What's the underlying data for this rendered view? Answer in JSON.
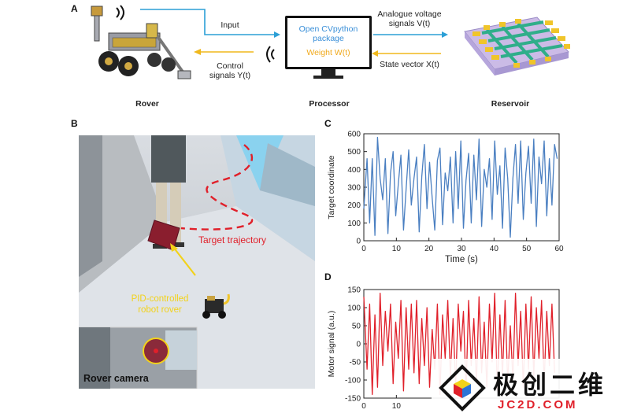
{
  "panel_a": {
    "letter": "A",
    "input_label": "Input",
    "control_label_line1": "Control",
    "control_label_line2": "signals Y(t)",
    "monitor_line1": "Open CVpython",
    "monitor_line2": "package",
    "monitor_weight": "Weight W(t)",
    "voltage_line1": "Analogue voltage",
    "voltage_line2": "signals V(t)",
    "state_label": "State vector X(t)",
    "rover_caption": "Rover",
    "processor_caption": "Processor",
    "reservoir_caption": "Reservoir",
    "colors": {
      "input_arrow": "#2b9fd6",
      "control_arrow": "#f0b81c",
      "monitor_text": "#3a8fd8",
      "weight_text": "#f0a91c"
    }
  },
  "panel_b": {
    "letter": "B",
    "target_trajectory": "Target trajectory",
    "rover_line1": "PID-controlled",
    "rover_line2": "robot rover",
    "camera_caption": "Rover camera",
    "colors": {
      "trajectory": "#e0202a",
      "rover_label": "#f2d21a"
    }
  },
  "chart_data": [
    {
      "letter": "C",
      "type": "line",
      "xlabel": "Time (s)",
      "ylabel": "Target coordinate",
      "xlim": [
        0,
        60
      ],
      "ylim": [
        0,
        600
      ],
      "xticks": [
        0,
        10,
        20,
        30,
        40,
        50,
        60
      ],
      "yticks": [
        0,
        100,
        200,
        300,
        400,
        500,
        600
      ],
      "color": "#4a7fc1",
      "x": [
        0,
        1,
        1.8,
        2.6,
        3.4,
        4.2,
        5,
        5.8,
        6.6,
        7.4,
        8.2,
        9,
        9.8,
        10.6,
        11.4,
        12.2,
        13,
        13.8,
        14.6,
        15.4,
        16.2,
        17,
        17.8,
        18.6,
        19.4,
        20.2,
        21,
        21.8,
        22.6,
        23.4,
        24.2,
        25,
        25.8,
        26.6,
        27.4,
        28.2,
        29,
        29.8,
        30.6,
        31.4,
        32.2,
        33,
        33.8,
        34.6,
        35.4,
        36.2,
        37,
        37.8,
        38.6,
        39.4,
        40.2,
        41,
        41.8,
        42.6,
        43.4,
        44.2,
        45,
        45.8,
        46.6,
        47.4,
        48.2,
        49,
        49.8,
        50.6,
        51.4,
        52.2,
        53,
        53.8,
        54.6,
        55.4,
        56.2,
        57,
        57.8,
        58.6,
        59.4,
        60
      ],
      "y": [
        180,
        460,
        100,
        460,
        30,
        580,
        350,
        230,
        460,
        40,
        380,
        500,
        140,
        320,
        480,
        60,
        290,
        510,
        200,
        350,
        470,
        50,
        360,
        540,
        180,
        440,
        240,
        60,
        450,
        520,
        90,
        380,
        280,
        470,
        100,
        500,
        180,
        560,
        70,
        340,
        490,
        100,
        480,
        230,
        570,
        80,
        400,
        300,
        460,
        120,
        560,
        260,
        420,
        70,
        520,
        350,
        20,
        350,
        540,
        210,
        560,
        120,
        380,
        530,
        210,
        570,
        80,
        470,
        320,
        560,
        140,
        460,
        200,
        540,
        460
      ]
    },
    {
      "letter": "D",
      "type": "line",
      "xlabel": "",
      "ylabel": "Motor signal (a.u.)",
      "xlim": [
        0,
        60
      ],
      "ylim": [
        -150,
        150
      ],
      "xticks": [
        0,
        10
      ],
      "yticks": [
        -150,
        -100,
        -50,
        0,
        50,
        100,
        150
      ],
      "color": "#e0202a",
      "x": [
        0,
        1,
        1.8,
        2.6,
        3.4,
        4.2,
        5,
        5.8,
        6.6,
        7.4,
        8.2,
        9,
        9.8,
        10.6,
        11.4,
        12.2,
        13,
        13.8,
        14.6,
        15.4,
        16.2,
        17,
        17.8,
        18.6,
        19.4,
        20.2,
        21,
        21.8,
        22.6,
        23.4,
        24.2,
        25,
        25.8,
        26.6,
        27.4,
        28.2,
        29,
        29.8,
        30.6,
        31.4,
        32.2,
        33,
        33.8,
        34.6,
        35.4,
        36.2,
        37,
        37.8,
        38.6,
        39.4,
        40.2,
        41,
        41.8,
        42.6,
        43.4,
        44.2,
        45,
        45.8,
        46.6,
        47.4,
        48.2,
        49,
        49.8,
        50.6,
        51.4,
        52.2,
        53,
        53.8,
        54.6,
        55.4,
        56.2,
        57,
        57.8,
        58.6,
        59.4
      ],
      "y": [
        130,
        -70,
        110,
        -140,
        80,
        -120,
        140,
        -60,
        90,
        -20,
        110,
        -110,
        60,
        -40,
        120,
        -130,
        100,
        -70,
        110,
        -80,
        120,
        -110,
        70,
        -60,
        100,
        -120,
        40,
        -70,
        110,
        -140,
        80,
        -40,
        120,
        -90,
        70,
        -120,
        110,
        -20,
        90,
        -130,
        120,
        -60,
        70,
        -110,
        130,
        -80,
        60,
        -120,
        110,
        -50,
        140,
        -130,
        80,
        -90,
        120,
        -110,
        50,
        -100,
        140,
        -60,
        90,
        -120,
        110,
        -70,
        130,
        -90,
        100,
        -40,
        120,
        -110,
        90,
        -60,
        110,
        -80
      ]
    }
  ],
  "watermark": {
    "brand_text": "极创二维",
    "site_text": "JC2D.COM"
  }
}
